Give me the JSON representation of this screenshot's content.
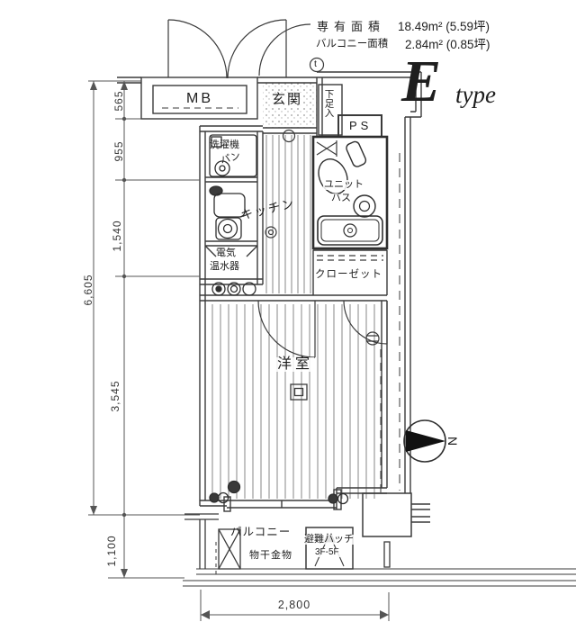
{
  "title_block": {
    "area_label": "専有面積",
    "area_value": "18.49m² (5.59坪)",
    "balcony_label": "バルコニー面積",
    "balcony_value": "2.84m² (0.85坪)",
    "type_letter": "E",
    "type_suffix": "type"
  },
  "rooms": {
    "meter_box": "MB",
    "entrance": "玄関",
    "shoe_cabinet": "下足入",
    "pipe_space": "PS",
    "washer_pan_line1": "洗濯機",
    "washer_pan_line2": "パン",
    "kitchen": "キッチン",
    "water_heater_line1": "電気",
    "water_heater_line2": "温水器",
    "unit_bath_line1": "ユニット",
    "unit_bath_line2": "バス",
    "closet": "クローゼット",
    "western_room": "洋室",
    "balcony": "バルコニー",
    "escape_hatch": "避難ハッチ",
    "escape_hatch_floors": "3F-5F",
    "laundry_hardware": "物干金物",
    "door_mark": "t"
  },
  "dimensions": {
    "left_total": "6,605",
    "left_segments": [
      "565",
      "955",
      "1,540",
      "3,545",
      "1,100"
    ],
    "bottom_width": "2,800"
  },
  "compass": {
    "north_label": "N"
  },
  "colors": {
    "line": "#3a3a3a",
    "text": "#1e1e1e",
    "paper": "#ffffff"
  }
}
